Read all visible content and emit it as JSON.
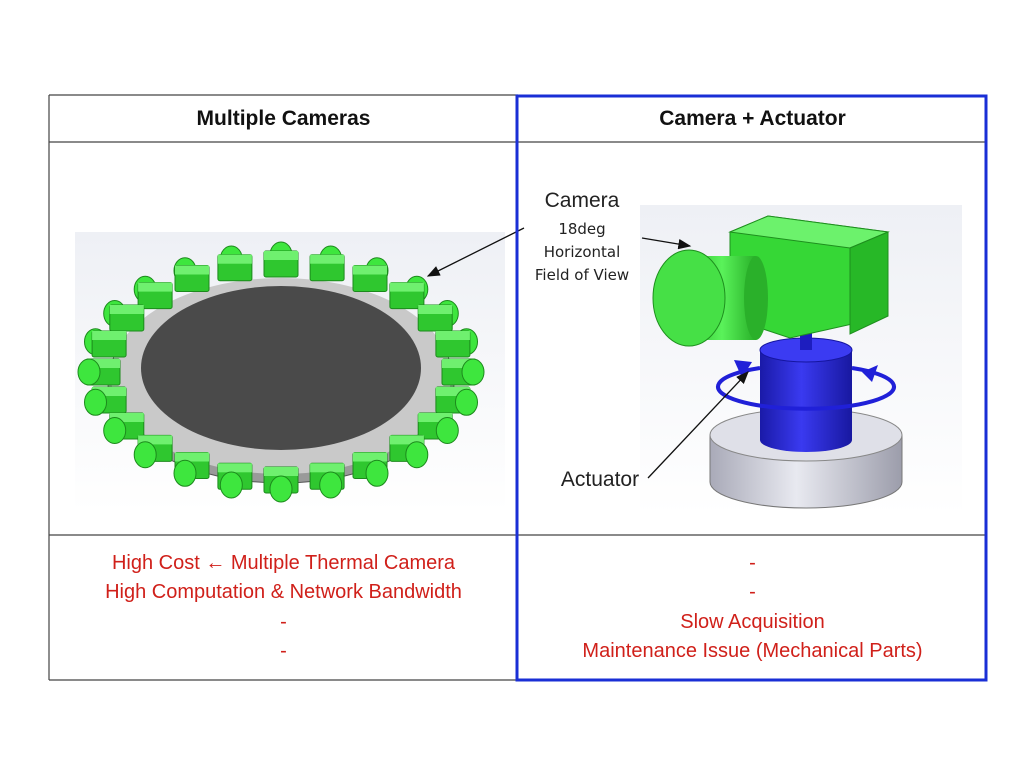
{
  "left": {
    "header": "Multiple Cameras",
    "notes": [
      "High Cost ← Multiple Thermal Camera",
      "High Computation & Network Bandwidth",
      "-",
      "-"
    ]
  },
  "right": {
    "header": "Camera + Actuator",
    "camera_label": "Camera",
    "camera_spec_lines": [
      "18deg",
      "Horizontal",
      "Field of View"
    ],
    "actuator_label": "Actuator",
    "notes": [
      "-",
      "-",
      "Slow Acquisition",
      "Maintenance Issue (Mechanical Parts)"
    ]
  },
  "colors": {
    "camera_green": "#3ee63e",
    "highlight_border": "#1a2fd6",
    "actuator_blue": "#2626d8",
    "drawback_red": "#d0201a"
  }
}
